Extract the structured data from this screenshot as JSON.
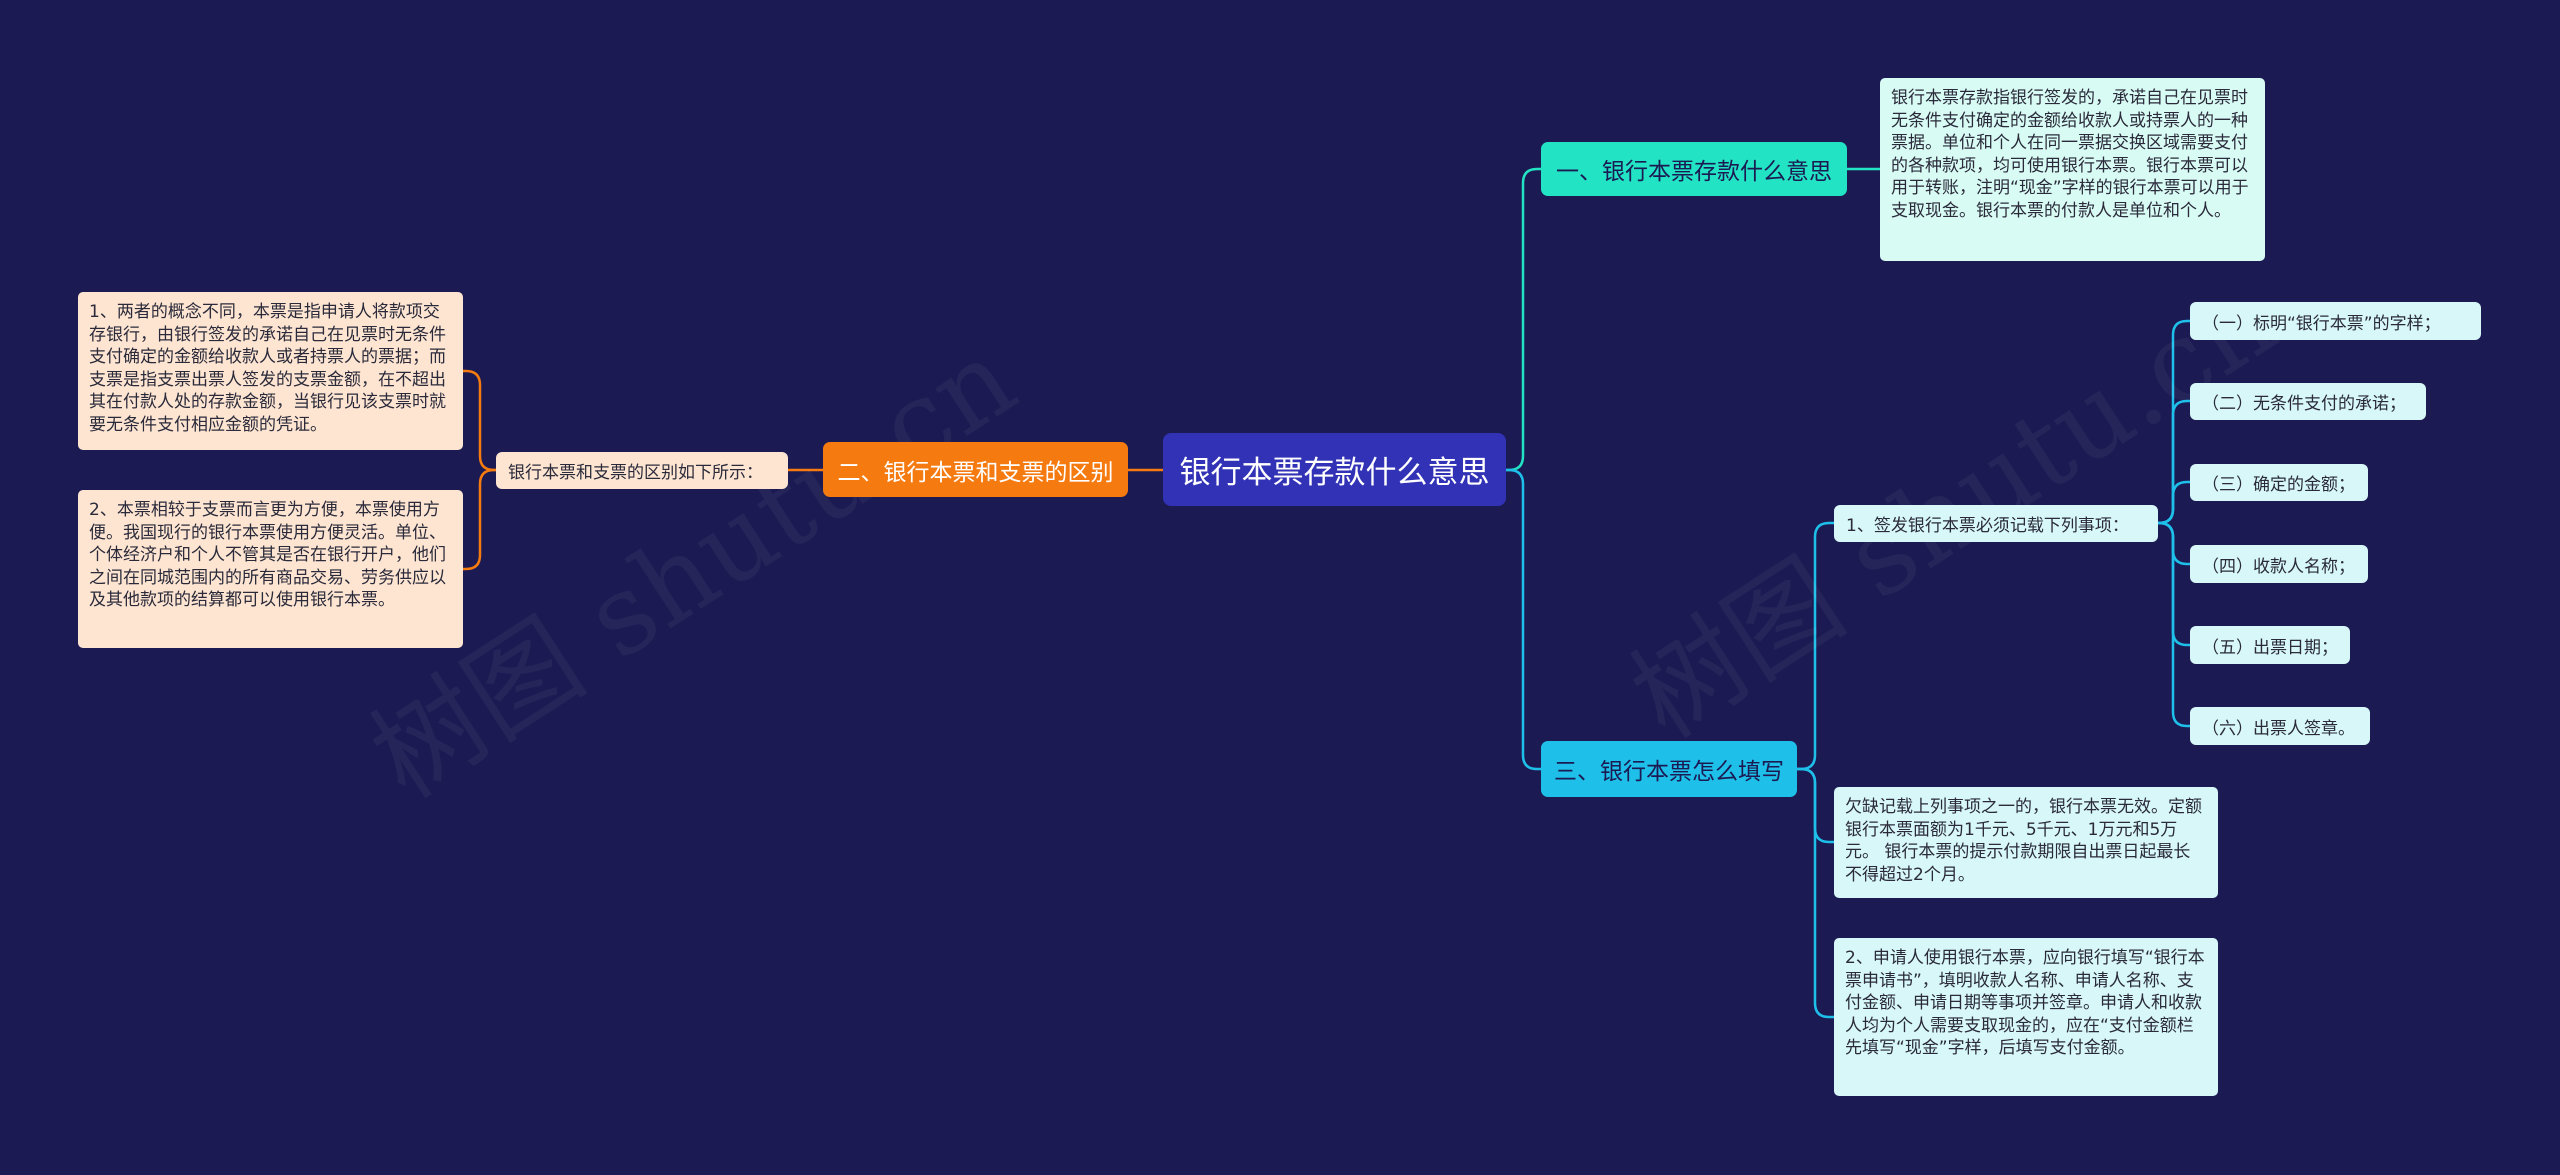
{
  "watermark": "树图 shutu.cn",
  "colors": {
    "background": "#1b1a52",
    "root": "#3132b5",
    "branch_1": "#22e3c3",
    "branch_2": "#f57a10",
    "branch_3": "#1ec0ea",
    "link_left": "#f57a10",
    "link_right": "#1ec0ea"
  },
  "root": {
    "label": "银行本票存款什么意思"
  },
  "branches": {
    "b1": {
      "label": "一、银行本票存款什么意思",
      "note": "银行本票存款指银行签发的，承诺自己在见票时无条件支付确定的金额给收款人或持票人的一种票据。单位和个人在同一票据交换区域需要支付的各种款项，均可使用银行本票。银行本票可以用于转账，注明“现金”字样的银行本票可以用于支取现金。银行本票的付款人是单位和个人。"
    },
    "b2": {
      "label": "二、银行本票和支票的区别",
      "intro": "银行本票和支票的区别如下所示：",
      "points": [
        "1、两者的概念不同，本票是指申请人将款项交存银行，由银行签发的承诺自己在见票时无条件支付确定的金额给收款人或者持票人的票据；而支票是指支票出票人签发的支票金额，在不超出其在付款人处的存款金额，当银行见该支票时就要无条件支付相应金额的凭证。",
        "2、本票相较于支票而言更为方便，本票使用方便。我国现行的银行本票使用方便灵活。单位、个体经济户和个人不管其是否在银行开户，他们之间在同城范围内的所有商品交易、劳务供应以及其他款项的结算都可以使用银行本票。"
      ]
    },
    "b3": {
      "label": "三、银行本票怎么填写",
      "step1": {
        "label": "1、签发银行本票必须记载下列事项：",
        "items": [
          "（一）标明“银行本票”的字样；",
          "（二）无条件支付的承诺；",
          "（三）确定的金额；",
          "（四）收款人名称；",
          "（五）出票日期；",
          "（六）出票人签章。"
        ]
      },
      "note1": "欠缺记载上列事项之一的，银行本票无效。定额银行本票面额为1千元、5千元、1万元和5万元。 银行本票的提示付款期限自出票日起最长不得超过2个月。",
      "note2": "2、申请人使用银行本票，应向银行填写“银行本票申请书”，填明收款人名称、申请人名称、支付金额、申请日期等事项并签章。申请人和收款人均为个人需要支取现金的，应在“支付金额栏先填写“现金”字样，后填写支付金额。"
    }
  }
}
